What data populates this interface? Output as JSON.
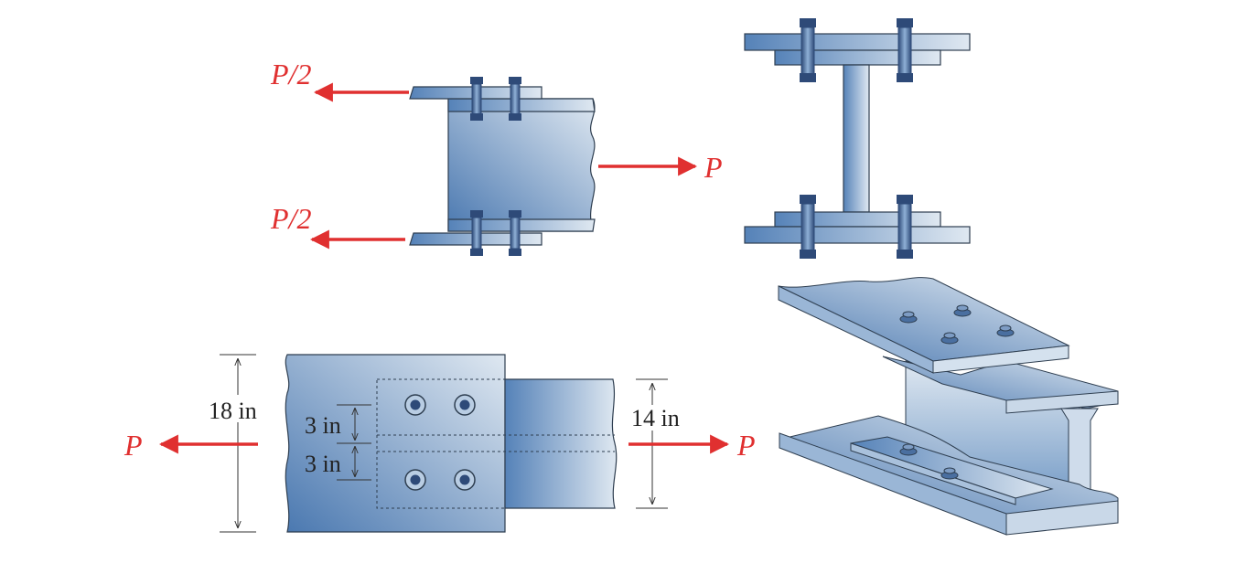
{
  "labels": {
    "p_half_top": "P/2",
    "p_half_bottom": "P/2",
    "p_right_top": "P",
    "p_left_bottom": "P",
    "p_right_bottom": "P",
    "dim_18": "18 in",
    "dim_14": "14 in",
    "dim_3_upper": "3 in",
    "dim_3_lower": "3 in"
  },
  "colors": {
    "force_arrow": "#e03030",
    "steel_dark": "#4a78b0",
    "steel_light": "#dfe8f1",
    "outline": "#2e3e50",
    "bolt": "#2e4a78"
  }
}
